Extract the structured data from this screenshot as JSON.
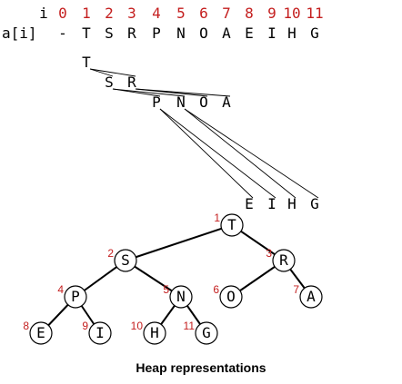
{
  "colors": {
    "index": "#c41e1e",
    "ink": "#000000"
  },
  "array": {
    "index_label": "i",
    "value_label": "a[i]",
    "indices": [
      "0",
      "1",
      "2",
      "3",
      "4",
      "5",
      "6",
      "7",
      "8",
      "9",
      "10",
      "11"
    ],
    "values": [
      "-",
      "T",
      "S",
      "R",
      "P",
      "N",
      "O",
      "A",
      "E",
      "I",
      "H",
      "G"
    ]
  },
  "tree": {
    "nodes": [
      {
        "id": "1",
        "key": "T"
      },
      {
        "id": "2",
        "key": "S"
      },
      {
        "id": "3",
        "key": "R"
      },
      {
        "id": "4",
        "key": "P"
      },
      {
        "id": "5",
        "key": "N"
      },
      {
        "id": "6",
        "key": "O"
      },
      {
        "id": "7",
        "key": "A"
      },
      {
        "id": "8",
        "key": "E"
      },
      {
        "id": "9",
        "key": "I"
      },
      {
        "id": "10",
        "key": "H"
      },
      {
        "id": "11",
        "key": "G"
      }
    ],
    "edges": [
      [
        1,
        2
      ],
      [
        1,
        3
      ],
      [
        2,
        4
      ],
      [
        2,
        5
      ],
      [
        3,
        6
      ],
      [
        3,
        7
      ],
      [
        4,
        8
      ],
      [
        4,
        9
      ],
      [
        5,
        10
      ],
      [
        5,
        11
      ]
    ]
  },
  "caption": "Heap representations"
}
